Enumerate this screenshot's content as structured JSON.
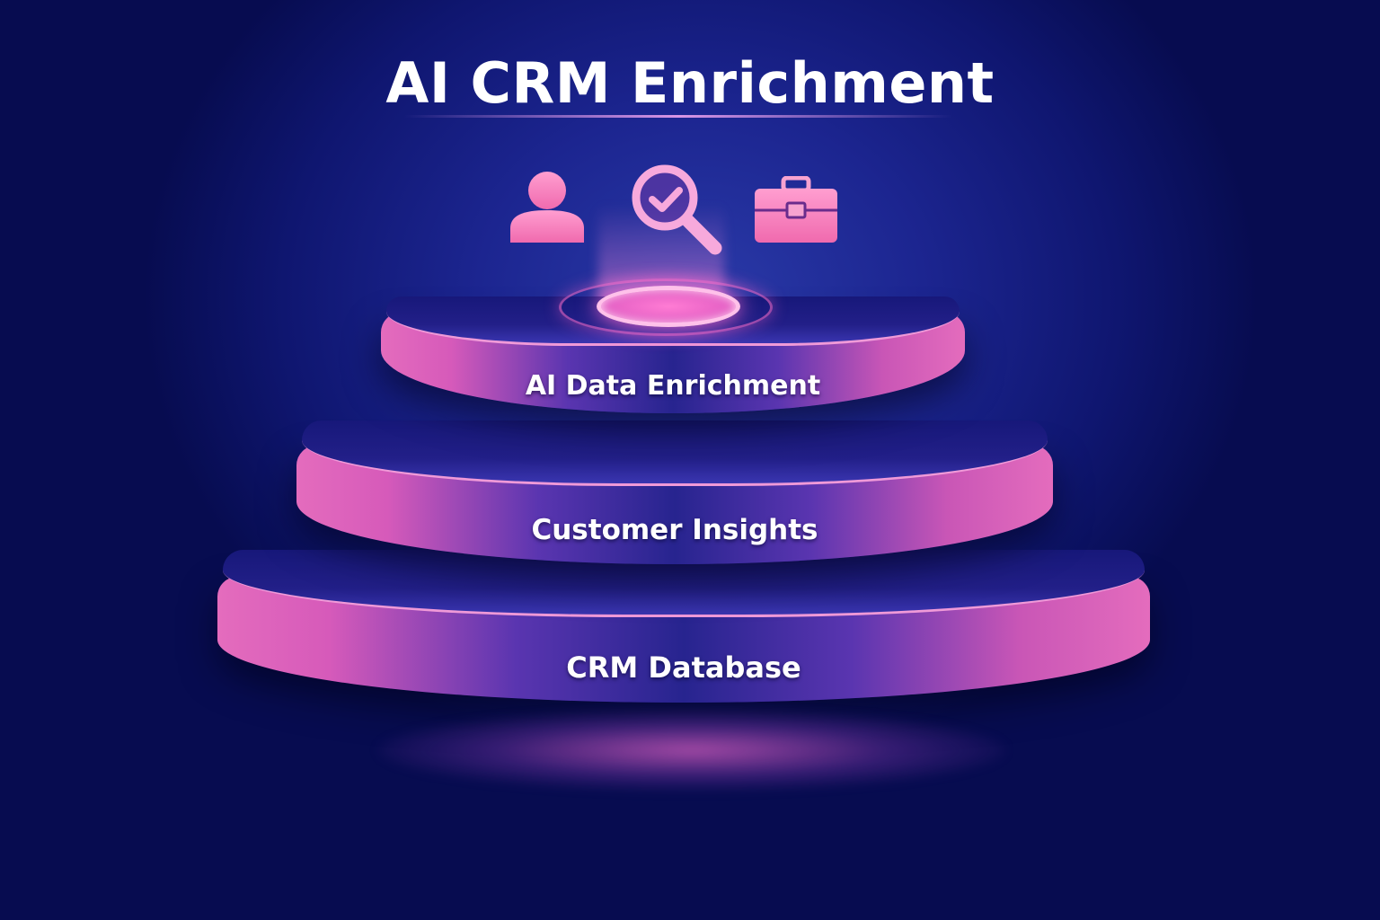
{
  "title": "AI CRM Enrichment",
  "icons": [
    {
      "name": "person-icon",
      "color": "#f57ab8"
    },
    {
      "name": "search-check-icon",
      "color": "#f7a3d8"
    },
    {
      "name": "briefcase-icon",
      "color": "#f57ab8"
    }
  ],
  "tiers": [
    {
      "level": 1,
      "label": "AI Data Enrichment"
    },
    {
      "level": 2,
      "label": "Customer Insights"
    },
    {
      "level": 3,
      "label": "CRM Database"
    }
  ],
  "colors": {
    "background": "#0f1670",
    "accent_pink": "#e46cbd",
    "glow": "#ff6bd0",
    "text": "#ffffff"
  }
}
